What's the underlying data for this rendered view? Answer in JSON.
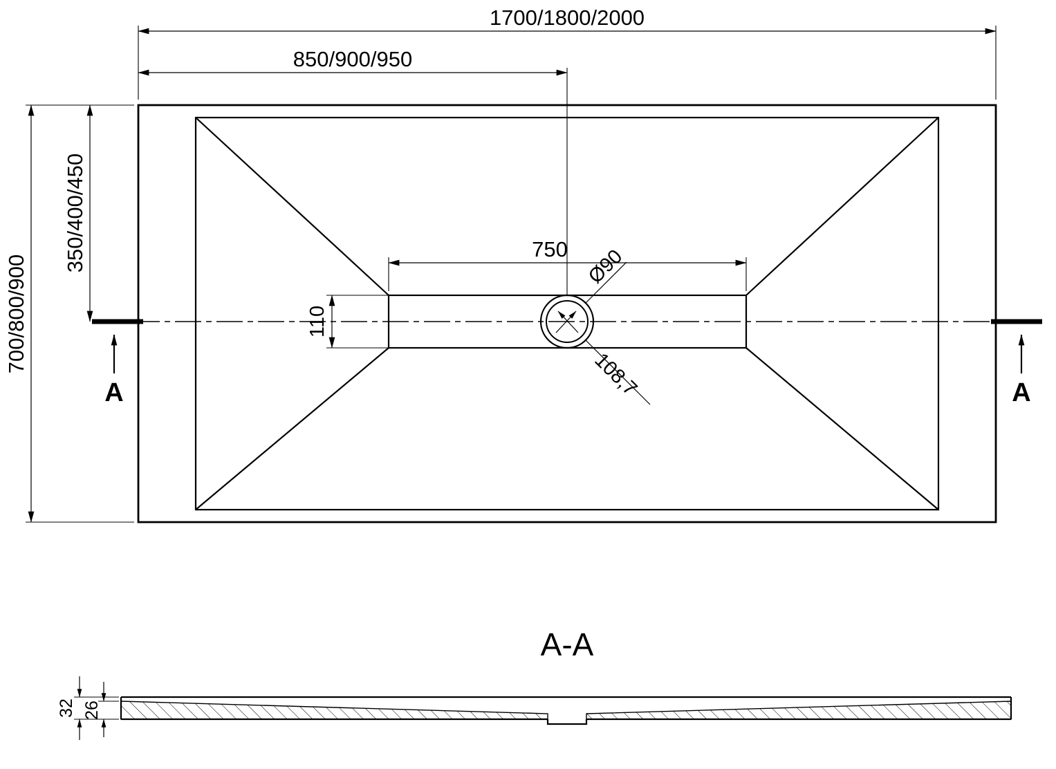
{
  "page": {
    "background": "#ffffff",
    "line_color": "#000000"
  },
  "top_view": {
    "dims": {
      "overall_width": "1700/1800/2000",
      "center_width": "850/900/950",
      "overall_depth": "700/800/900",
      "center_depth": "350/400/450",
      "channel_length": "750",
      "channel_width": "110",
      "drain_diameter": "Ø90",
      "drain_offset": "108,7"
    },
    "section_label_left": "A",
    "section_label_right": "A"
  },
  "section_view": {
    "title": "A-A",
    "dims": {
      "edge_height": "32",
      "body_height": "26"
    }
  }
}
